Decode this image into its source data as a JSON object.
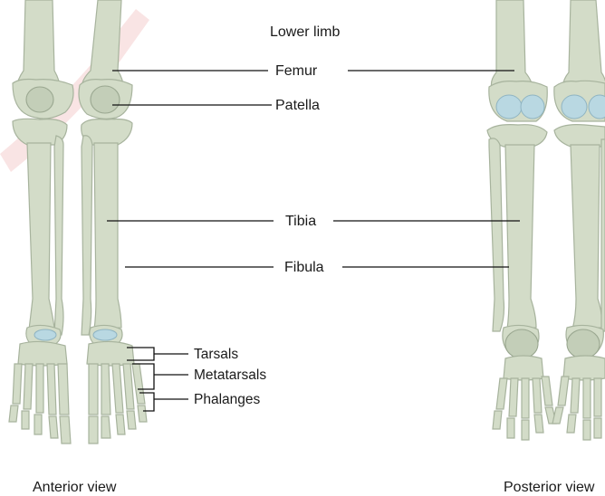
{
  "title": "Lower limb",
  "labels": {
    "femur": "Femur",
    "patella": "Patella",
    "tibia": "Tibia",
    "fibula": "Fibula",
    "tarsals": "Tarsals",
    "metatarsals": "Metatarsals",
    "phalanges": "Phalanges"
  },
  "views": {
    "anterior": "Anterior view",
    "posterior": "Posterior view"
  },
  "colors": {
    "bone": "#d3dcc8",
    "bone_outline": "#a7b39d",
    "cartilage": "#b9d8e2",
    "leader_line": "#111111"
  }
}
